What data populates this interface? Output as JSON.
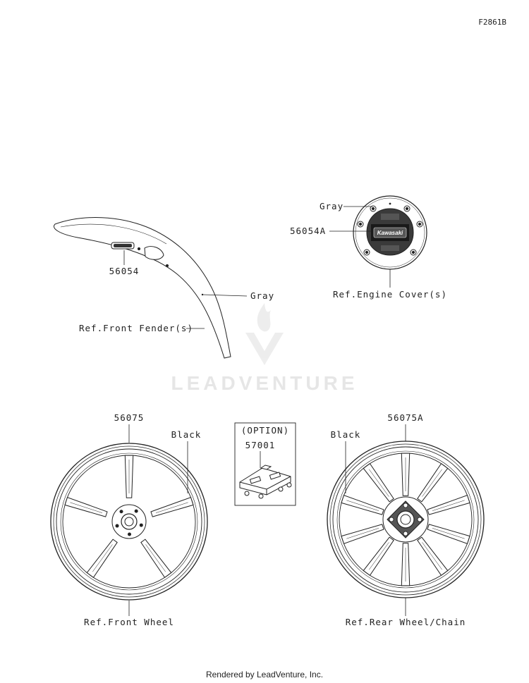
{
  "diagram": {
    "code": "F2861B",
    "watermark": "LEADVENTURE",
    "footer": "Rendered by LeadVenture, Inc."
  },
  "labels": {
    "fender_part": "56054",
    "fender_color": "Gray",
    "fender_ref": "Ref.Front Fender(s)",
    "engine_color": "Gray",
    "engine_part": "56054A",
    "engine_ref": "Ref.Engine Cover(s)",
    "engine_logo": "Kawasaki",
    "option_title": "(OPTION)",
    "option_part": "57001",
    "front_wheel_part": "56075",
    "front_wheel_color": "Black",
    "front_wheel_ref": "Ref.Front Wheel",
    "rear_wheel_part": "56075A",
    "rear_wheel_color": "Black",
    "rear_wheel_ref": "Ref.Rear Wheel/Chain"
  }
}
